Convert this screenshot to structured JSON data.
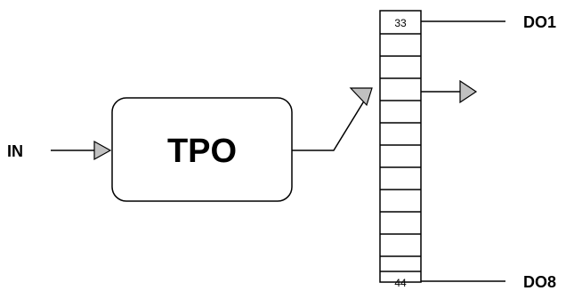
{
  "diagram": {
    "input_label": "IN",
    "block_label": "TPO",
    "register": {
      "first_cell": "33",
      "last_cell": "44"
    },
    "outputs": {
      "first": "DO1",
      "last": "DO8"
    },
    "colors": {
      "stroke": "#000000",
      "arrow_fill": "#c0c0c0",
      "background": "#ffffff"
    }
  }
}
